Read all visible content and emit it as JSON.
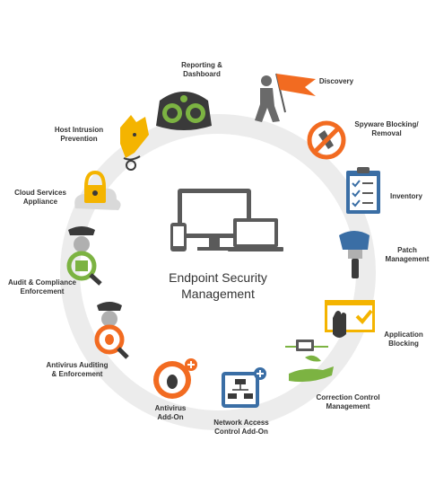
{
  "center": {
    "line1": "Endpoint Security",
    "line2": "Management"
  },
  "modules": [
    {
      "id": "reporting",
      "lines": [
        "Reporting &",
        "Dashboard"
      ],
      "icon": "dashboard-gauges-icon"
    },
    {
      "id": "discovery",
      "lines": [
        "Discovery"
      ],
      "icon": "person-with-flag-icon"
    },
    {
      "id": "spyware",
      "lines": [
        "Spyware Blocking/",
        "Removal"
      ],
      "icon": "no-spyware-icon"
    },
    {
      "id": "inventory",
      "lines": [
        "Inventory"
      ],
      "icon": "clipboard-checklist-icon"
    },
    {
      "id": "patch",
      "lines": [
        "Patch",
        "Management"
      ],
      "icon": "patch-brush-icon"
    },
    {
      "id": "appblock",
      "lines": [
        "Application",
        "Blocking"
      ],
      "icon": "hand-stop-window-icon"
    },
    {
      "id": "correction",
      "lines": [
        "Correction Control",
        "Management"
      ],
      "icon": "hand-plant-icon"
    },
    {
      "id": "nac",
      "lines": [
        "Network Access",
        "Control Add-On"
      ],
      "icon": "network-diagram-icon"
    },
    {
      "id": "antivirus",
      "lines": [
        "Antivirus",
        "Add-On"
      ],
      "icon": "bug-antivirus-icon"
    },
    {
      "id": "avaudit",
      "lines": [
        "Antivirus Auditing",
        "& Enforcement"
      ],
      "icon": "officer-bug-magnifier-icon"
    },
    {
      "id": "audit",
      "lines": [
        "Audit & Compliance",
        "Enforcement"
      ],
      "icon": "officer-magnifier-icon"
    },
    {
      "id": "cloud",
      "lines": [
        "Cloud Services",
        "Appliance"
      ],
      "icon": "cloud-padlock-icon"
    },
    {
      "id": "hips",
      "lines": [
        "Host Intrusion",
        "Prevention"
      ],
      "icon": "guard-dog-icon"
    }
  ],
  "colors": {
    "ring": "#ececec",
    "orange": "#f26b21",
    "dark": "#4a4a4a",
    "green": "#7cb342",
    "blue": "#3a6ea5",
    "yellow": "#f4b400"
  }
}
